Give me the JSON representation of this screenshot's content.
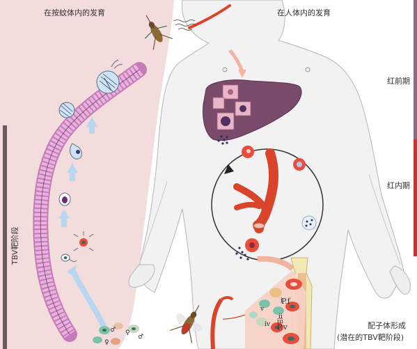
{
  "labels": {
    "mosquito_dev": "在按蚊体内的发育",
    "human_dev": "在人体内的发育",
    "pre_erythrocytic": "红前期",
    "erythrocytic": "红内期",
    "gametocyte_line1": "配子体形成",
    "gametocyte_line2": "(潜在的TBV靶阶段)",
    "tbv_stage": "TBV靶阶段",
    "pf": "P.f",
    "pv": "P.v"
  },
  "colors": {
    "mosquito_panel": "#f3dcdc",
    "skin": "#f2f2f2",
    "liver": "#7a4a6a",
    "vessel": "#d9452b",
    "gut_tissue": "#c57bb8",
    "arrow_light": "#b8d7ef",
    "arrow_peach": "#f2b3a0",
    "bar_gray": "#6b5a5a",
    "bar_purple": "#8a6a8a",
    "bar_red": "#c0392b"
  }
}
